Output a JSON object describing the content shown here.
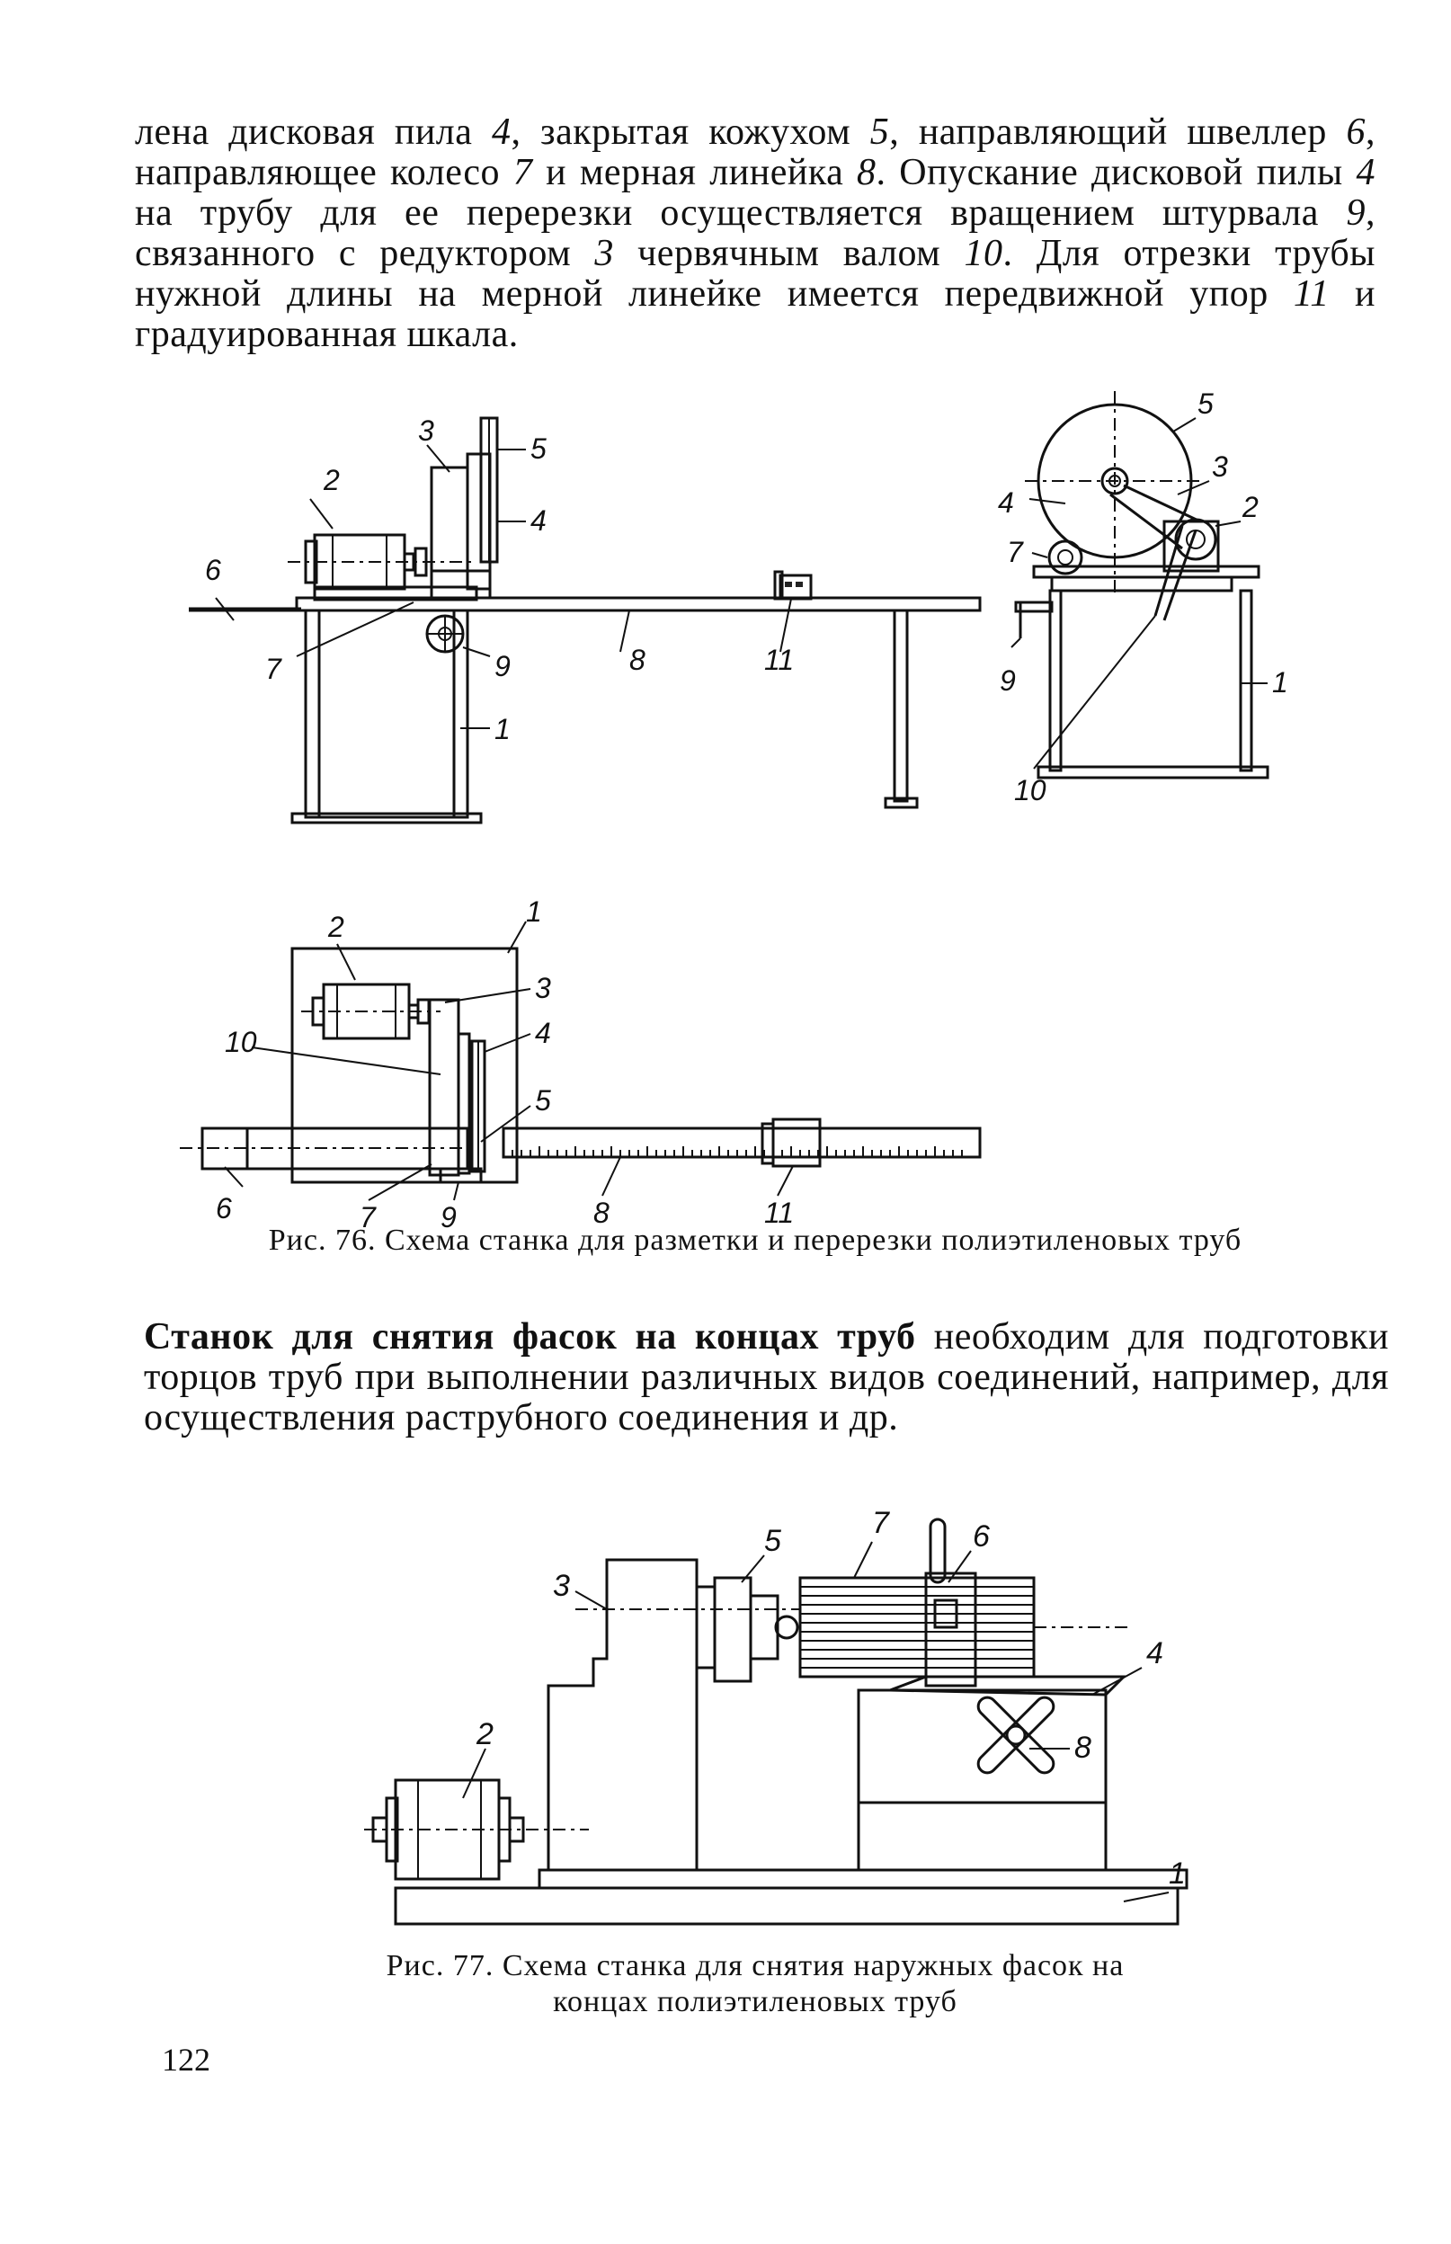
{
  "text": {
    "p1_a": "лена дисковая пила ",
    "p1_n4": "4",
    "p1_b": ", закрытая кожухом ",
    "p1_n5": "5",
    "p1_c": ", направляющий швеллер ",
    "p1_n6": "6",
    "p1_d": ", направляющее колесо ",
    "p1_n7": "7",
    "p1_e": " и мерная линейка ",
    "p1_n8": "8",
    "p1_f": ". Опускание дисковой пилы ",
    "p1_n4b": "4",
    "p1_g": " на трубу для ее перерезки осуществляется вращением штурвала ",
    "p1_n9": "9",
    "p1_h": ", связанного с редуктором ",
    "p1_n3": "3",
    "p1_i": " червячным валом ",
    "p1_n10": "10",
    "p1_j": ". Для отрезки трубы нужной длины на мерной линейке имеется передвижной упор ",
    "p1_n11": "11",
    "p1_k": " и градуированная шкала.",
    "p2_bold": "Станок для снятия фасок на концах труб",
    "p2_rest": " необходим для подготовки торцов труб при выполнении различных видов соединений, например, для осуществления раструбного соединения и др."
  },
  "fig76": {
    "caption": "Рис. 76. Схема станка для разметки и перерезки полиэтиленовых труб",
    "side_labels": [
      "2",
      "3",
      "5",
      "4",
      "6",
      "7",
      "9",
      "8",
      "11",
      "1"
    ],
    "end_labels": [
      "5",
      "3",
      "4",
      "2",
      "7",
      "9",
      "10",
      "1"
    ],
    "top_labels": [
      "2",
      "1",
      "3",
      "10",
      "4",
      "5",
      "6",
      "7",
      "9",
      "8",
      "11"
    ]
  },
  "fig77": {
    "caption_line1": "Рис. 77. Схема станка для снятия наружных фасок на",
    "caption_line2": "концах полиэтиленовых труб",
    "labels": [
      "7",
      "5",
      "6",
      "3",
      "4",
      "2",
      "8",
      "1"
    ]
  },
  "page_number": "122"
}
